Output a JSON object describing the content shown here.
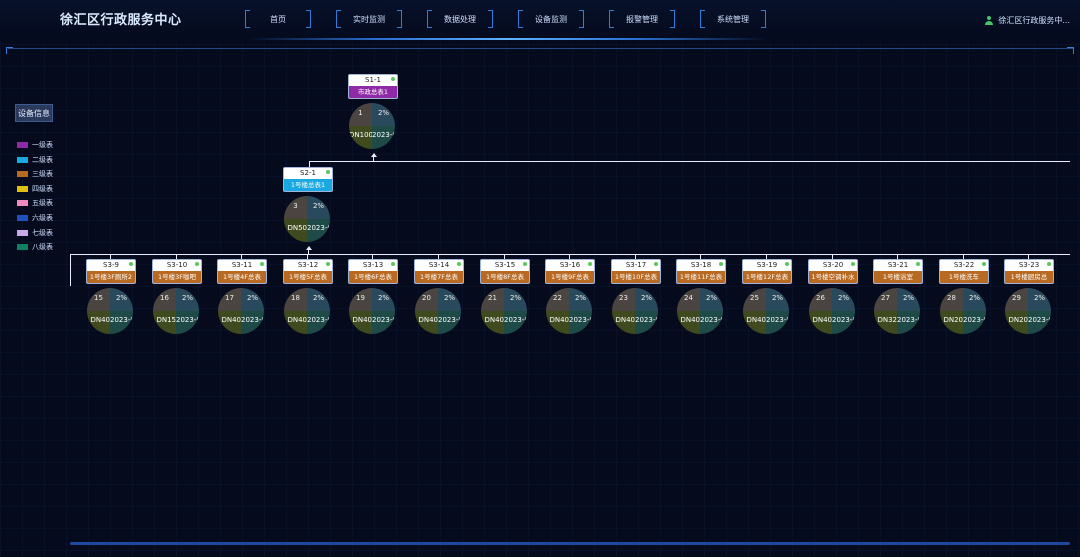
{
  "header": {
    "title": "徐汇区行政服务中心",
    "nav": [
      "首页",
      "实时监测",
      "数据处理",
      "设备监测",
      "报警管理",
      "系统管理"
    ],
    "user": "徐汇区行政服务中..."
  },
  "legend": {
    "title": "设备信息",
    "items": [
      {
        "label": "一级表",
        "color": "#8e2aa6"
      },
      {
        "label": "二级表",
        "color": "#1aa8e0"
      },
      {
        "label": "三级表",
        "color": "#b86a22"
      },
      {
        "label": "四级表",
        "color": "#e0c010"
      },
      {
        "label": "五级表",
        "color": "#f08ac0"
      },
      {
        "label": "六级表",
        "color": "#2050c0"
      },
      {
        "label": "七级表",
        "color": "#c8a8e8"
      },
      {
        "label": "八级表",
        "color": "#108060"
      }
    ]
  },
  "tree": {
    "root": {
      "id": "S1-1",
      "name": "市政总表1",
      "num": "1",
      "pct": "2%",
      "dn": "DN100",
      "date": "2023-09-",
      "color": "#8e2aa6"
    },
    "level2": {
      "id": "S2-1",
      "name": "1号楼总表1",
      "num": "3",
      "pct": "2%",
      "dn": "DN50",
      "date": "2023-09-",
      "color": "#1aa8e0"
    },
    "level3": [
      {
        "id": "S3-9",
        "name": "1号楼3F厕所2",
        "num": "15",
        "pct": "2%",
        "dn": "DN40",
        "date": "2023-09-"
      },
      {
        "id": "S3-10",
        "name": "1号楼3F咖吧",
        "num": "16",
        "pct": "2%",
        "dn": "DN15",
        "date": "2023-09-"
      },
      {
        "id": "S3-11",
        "name": "1号楼4F总表",
        "num": "17",
        "pct": "2%",
        "dn": "DN40",
        "date": "2023-09-"
      },
      {
        "id": "S3-12",
        "name": "1号楼5F总表",
        "num": "18",
        "pct": "2%",
        "dn": "DN40",
        "date": "2023-09-"
      },
      {
        "id": "S3-13",
        "name": "1号楼6F总表",
        "num": "19",
        "pct": "2%",
        "dn": "DN40",
        "date": "2023-09-"
      },
      {
        "id": "S3-14",
        "name": "1号楼7F总表",
        "num": "20",
        "pct": "2%",
        "dn": "DN40",
        "date": "2023-09-"
      },
      {
        "id": "S3-15",
        "name": "1号楼8F总表",
        "num": "21",
        "pct": "2%",
        "dn": "DN40",
        "date": "2023-09-"
      },
      {
        "id": "S3-16",
        "name": "1号楼9F总表",
        "num": "22",
        "pct": "2%",
        "dn": "DN40",
        "date": "2023-09-"
      },
      {
        "id": "S3-17",
        "name": "1号楼10F总表",
        "num": "23",
        "pct": "2%",
        "dn": "DN40",
        "date": "2023-09-"
      },
      {
        "id": "S3-18",
        "name": "1号楼11F总表",
        "num": "24",
        "pct": "2%",
        "dn": "DN40",
        "date": "2023-09-"
      },
      {
        "id": "S3-19",
        "name": "1号楼12F总表",
        "num": "25",
        "pct": "2%",
        "dn": "DN40",
        "date": "2023-09-"
      },
      {
        "id": "S3-20",
        "name": "1号楼空调补水",
        "num": "26",
        "pct": "2%",
        "dn": "DN40",
        "date": "2023-09-"
      },
      {
        "id": "S3-21",
        "name": "1号楼浴室",
        "num": "27",
        "pct": "2%",
        "dn": "DN32",
        "date": "2023-09-"
      },
      {
        "id": "S3-22",
        "name": "1号楼洗车",
        "num": "28",
        "pct": "2%",
        "dn": "DN20",
        "date": "2023-09-"
      },
      {
        "id": "S3-23",
        "name": "1号楼厨房总",
        "num": "29",
        "pct": "2%",
        "dn": "DN20",
        "date": "2023-09-"
      }
    ],
    "level3_color": "#b86a22"
  }
}
